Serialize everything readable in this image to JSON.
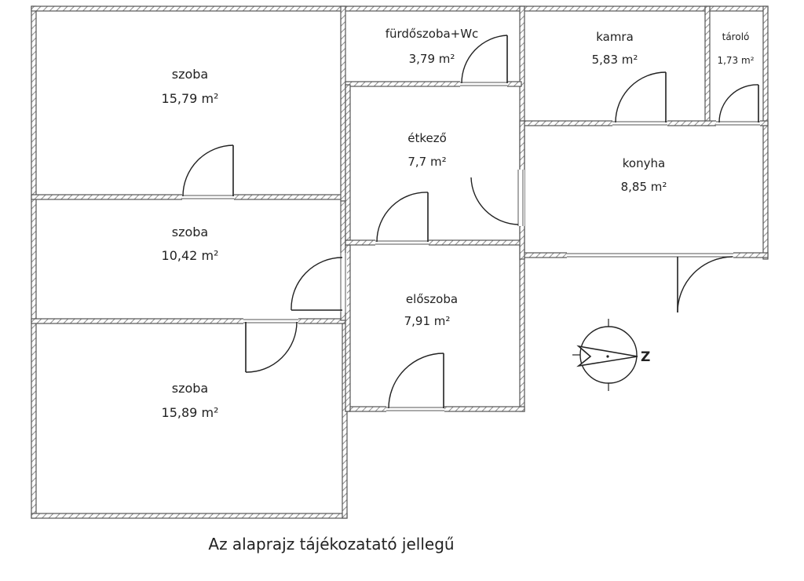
{
  "rooms": [
    {
      "id": "szoba-1",
      "name": "szoba",
      "area": "15,79 m²"
    },
    {
      "id": "szoba-2",
      "name": "szoba",
      "area": "10,42 m²"
    },
    {
      "id": "szoba-3",
      "name": "szoba",
      "area": "15,89 m²"
    },
    {
      "id": "furdoszoba",
      "name": "fürdőszoba+Wc",
      "area": "3,79 m²"
    },
    {
      "id": "etkezo",
      "name": "étkező",
      "area": "7,7 m²"
    },
    {
      "id": "eloszoba",
      "name": "előszoba",
      "area": "7,91 m²"
    },
    {
      "id": "kamra",
      "name": "kamra",
      "area": "5,83 m²"
    },
    {
      "id": "tarolo",
      "name": "tároló",
      "area": "1,73 m²"
    },
    {
      "id": "konyha",
      "name": "konyha",
      "area": "8,85 m²"
    }
  ],
  "compass": {
    "label": "Z",
    "icon": "north-arrow-icon"
  },
  "caption": "Az alaprajz tájékozatató jellegű",
  "colors": {
    "wall": "#555555",
    "hatch": "#9a9a9a",
    "line": "#222222"
  }
}
